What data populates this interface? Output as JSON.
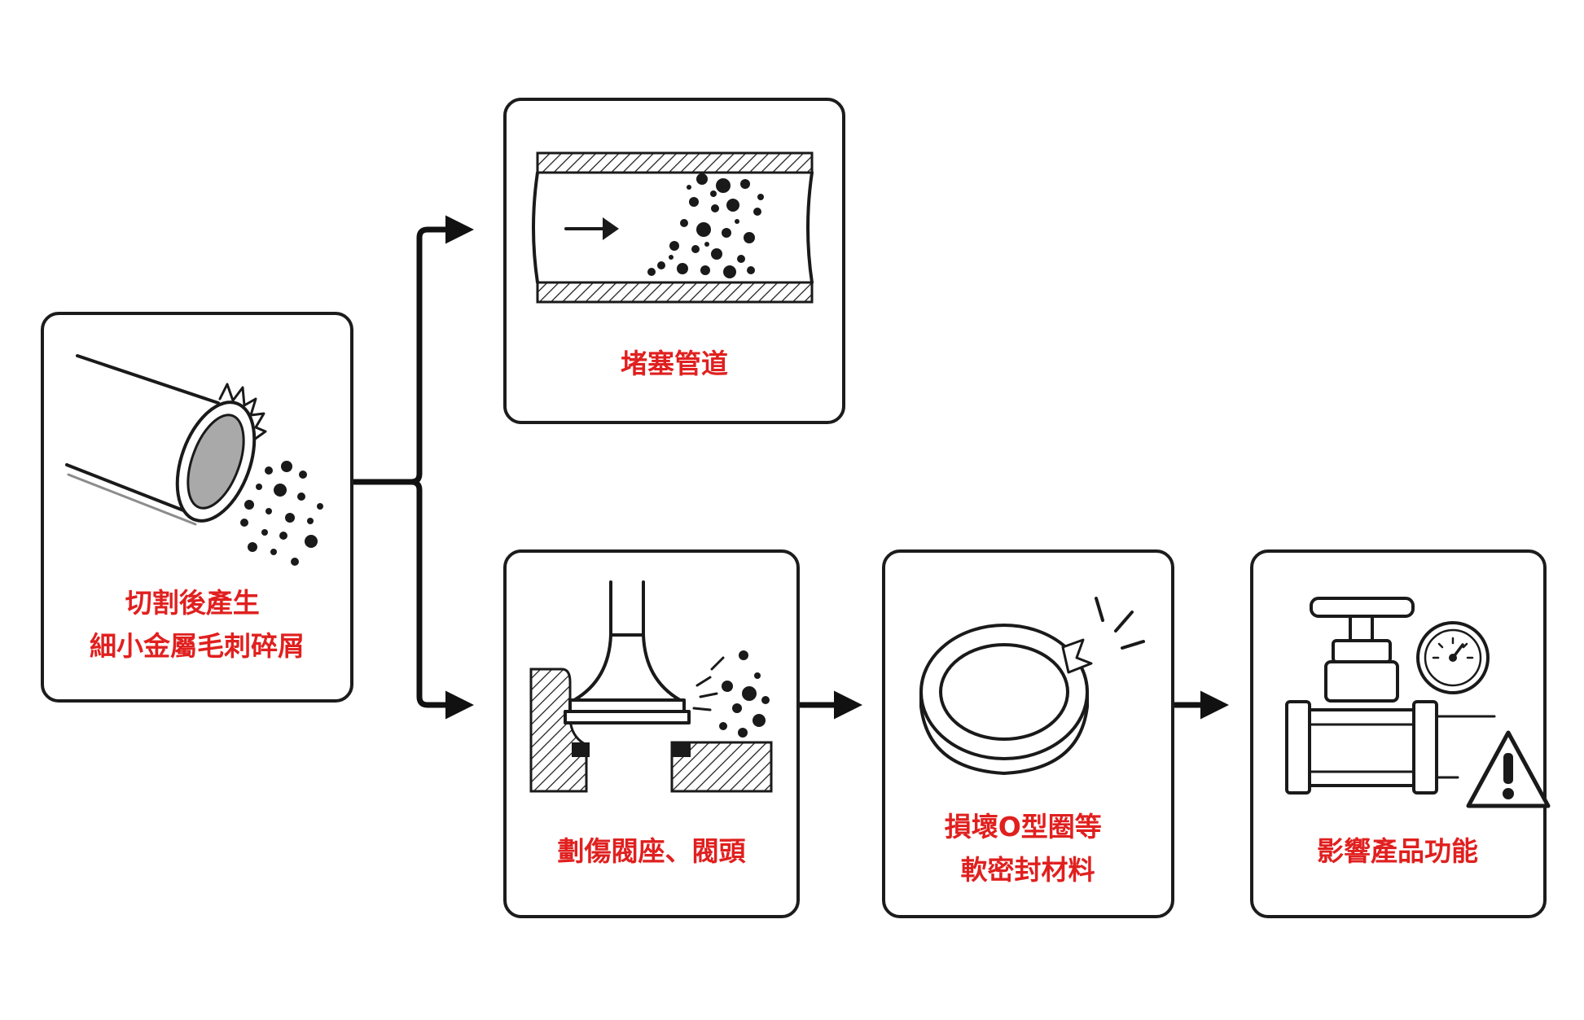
{
  "colors": {
    "label": "#e0201f",
    "ink": "#1a1a1a",
    "box_border": "#1c1c1c",
    "background": "#ffffff"
  },
  "nodes": [
    {
      "id": "source",
      "icon": "cut-pipe-with-burrs-icon",
      "lines": [
        "切割後產生",
        "細小金屬毛刺碎屑"
      ]
    },
    {
      "id": "clog",
      "icon": "clogged-pipe-icon",
      "lines": [
        "堵塞管道"
      ]
    },
    {
      "id": "scratch",
      "icon": "damaged-valve-seat-icon",
      "lines": [
        "劃傷閥座、閥頭"
      ]
    },
    {
      "id": "oring",
      "icon": "broken-o-ring-icon",
      "lines": [
        "損壞O型圈等",
        "軟密封材料"
      ]
    },
    {
      "id": "function",
      "icon": "valve-gauge-warning-icon",
      "lines": [
        "影響產品功能"
      ]
    }
  ],
  "edges": [
    {
      "from": "source",
      "to": "clog"
    },
    {
      "from": "source",
      "to": "scratch"
    },
    {
      "from": "scratch",
      "to": "oring"
    },
    {
      "from": "oring",
      "to": "function"
    }
  ]
}
